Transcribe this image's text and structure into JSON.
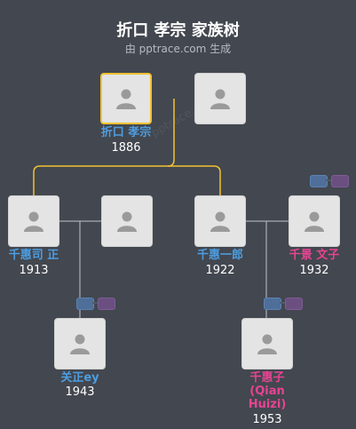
{
  "title": "折口 孝宗 家族树",
  "subtitle": "由 pptrace.com 生成",
  "watermark": "pptrace.com",
  "colors": {
    "male": "#4d9de0",
    "female": "#e84393",
    "line_highlight": "#f1c232",
    "line_normal": "#bfc3c8",
    "background": "#43474f"
  },
  "people": [
    {
      "id": "p1",
      "name": "折口 孝宗",
      "year": "1886",
      "gender": "male",
      "selected": true
    },
    {
      "id": "p2",
      "name": "",
      "year": "",
      "gender": "unknown"
    },
    {
      "id": "p3",
      "name": "千惠司 正",
      "year": "1913",
      "gender": "male"
    },
    {
      "id": "p4",
      "name": "",
      "year": "",
      "gender": "unknown"
    },
    {
      "id": "p5",
      "name": "千惠一郎",
      "year": "1922",
      "gender": "male"
    },
    {
      "id": "p6",
      "name": "千景 文子",
      "year": "1932",
      "gender": "female"
    },
    {
      "id": "p7",
      "name": "关正ey",
      "year": "1943",
      "gender": "male"
    },
    {
      "id": "p8",
      "name": "千惠子 (Qian Huizi)",
      "name_lines": [
        "千惠子",
        "(Qian",
        "Huizi)"
      ],
      "year": "1953",
      "gender": "female"
    }
  ]
}
